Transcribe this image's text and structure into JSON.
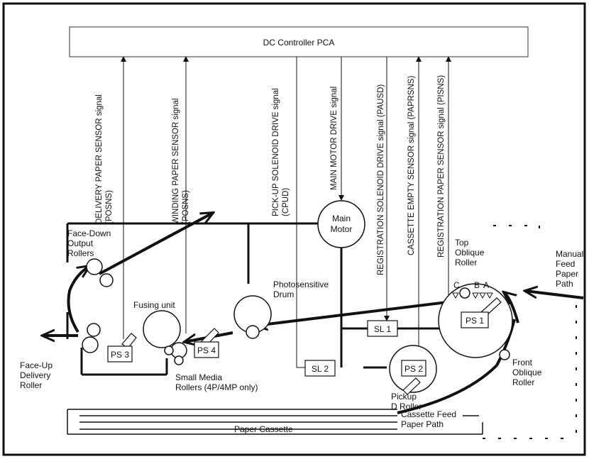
{
  "controller": {
    "label": "DC Controller PCA"
  },
  "signals": {
    "delivery_sensor": "DELIVERY PAPER SENSOR signal",
    "delivery_sensor_code": "(POSNS)",
    "winding_sensor": "WINDING PAPER SENSOR signal",
    "winding_sensor_code": "(POSNS)",
    "pickup_solenoid": "PICK-UP SOLENOID DRIVE signal",
    "pickup_solenoid_code": "(CPUD)",
    "main_motor": "MAIN MOTOR DRIVE signal",
    "registration_solenoid": "REGISTRATION SOLENOID DRIVE signal (PAUSD)",
    "cassette_empty": "CASSETTE EMPTY SENSOR signal (PAPRSNS)",
    "registration_sensor": "REGISTRATION PAPER SENSOR signal (PISNS)"
  },
  "components": {
    "main_motor_line1": "Main",
    "main_motor_line2": "Motor",
    "face_down_line1": "Face-Down",
    "face_down_line2": "Output",
    "face_down_line3": "Rollers",
    "photosensitive_line1": "Photosensitive",
    "photosensitive_line2": "Drum",
    "fusing_unit": "Fusing unit",
    "top_oblique_line1": "Top",
    "top_oblique_line2": "Oblique",
    "top_oblique_line3": "Roller",
    "manual_feed_line1": "Manual",
    "manual_feed_line2": "Feed",
    "manual_feed_line3": "Paper",
    "manual_feed_line4": "Path",
    "face_up_line1": "Face-Up",
    "face_up_line2": "Delivery",
    "face_up_line3": "Roller",
    "small_media_line1": "Small Media",
    "small_media_line2": "Rollers (4P/4MP only)",
    "pickup_line1": "Pickup",
    "pickup_line2": "D Roller",
    "front_oblique_line1": "Front",
    "front_oblique_line2": "Oblique",
    "front_oblique_line3": "Roller",
    "cassette_feed_line1": "Cassette Feed",
    "cassette_feed_line2": "Paper Path",
    "paper_cassette": "Paper Cassette",
    "sensor_c": "C",
    "sensor_b": "B",
    "sensor_a": "A"
  },
  "boxes": {
    "ps1": "PS 1",
    "ps2": "PS 2",
    "ps3": "PS 3",
    "ps4": "PS 4",
    "sl1": "SL 1",
    "sl2": "SL 2"
  }
}
